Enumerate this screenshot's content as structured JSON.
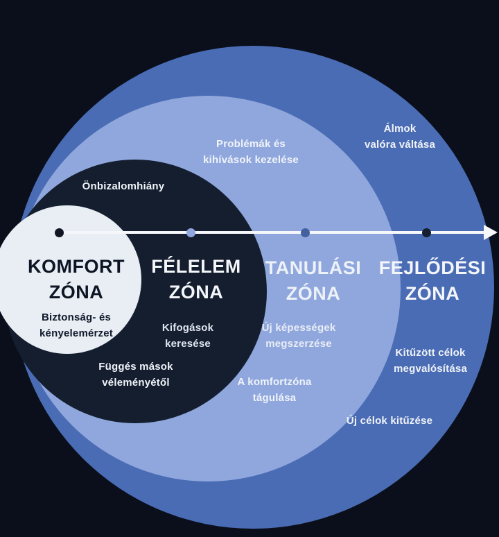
{
  "colors": {
    "background": "#0a0f1b",
    "growth_circle": "#4a6cb4",
    "learning_circle": "#8fa7dd",
    "fear_circle": "#141e2e",
    "comfort_circle": "#e9edf4",
    "comfort_dot": "#101623",
    "fear_dot": "#8fa7dd",
    "learning_dot": "#44609f",
    "growth_dot": "#141e2e",
    "arrow": "#f5f7fa"
  },
  "zones": {
    "comfort": {
      "title_line1": "KOMFORT",
      "title_line2": "ZÓNA",
      "note_line1": "Biztonság- és",
      "note_line2": "kényelemérzet"
    },
    "fear": {
      "title_line1": "FÉLELEM",
      "title_line2": "ZÓNA",
      "notes": {
        "onbizalom": "Önbizalomhiány",
        "kifogasok_line1": "Kifogások",
        "kifogasok_line2": "keresése",
        "fugges_line1": "Függés mások",
        "fugges_line2": "véleményétől"
      }
    },
    "learning": {
      "title_line1": "TANULÁSI",
      "title_line2": "ZÓNA",
      "notes": {
        "problemak_line1": "Problémák és",
        "problemak_line2": "kihívások kezelése",
        "kepessegek_line1": "Új képességek",
        "kepessegek_line2": "megszerzése",
        "tagulas_line1": "A komfortzóna",
        "tagulas_line2": "tágulása"
      }
    },
    "growth": {
      "title_line1": "FEJLŐDÉSI",
      "title_line2": "ZÓNA",
      "notes": {
        "almok_line1": "Álmok",
        "almok_line2": "valóra váltása",
        "celok_line1": "Kitűzött célok",
        "celok_line2": "megvalósítása",
        "ujcelok": "Új célok kitűzése"
      }
    }
  }
}
